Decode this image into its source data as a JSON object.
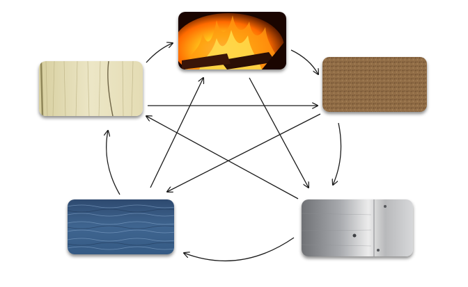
{
  "diagram": {
    "nodes": [
      {
        "id": "fire",
        "image": "fire-photo"
      },
      {
        "id": "earth",
        "image": "soil-photo"
      },
      {
        "id": "metal",
        "image": "metal-sheet-photo"
      },
      {
        "id": "water",
        "image": "water-surface-photo"
      },
      {
        "id": "wood",
        "image": "wood-plank-photo"
      }
    ],
    "cycle_arrows": [
      {
        "from": "wood",
        "to": "fire"
      },
      {
        "from": "fire",
        "to": "earth"
      },
      {
        "from": "earth",
        "to": "metal"
      },
      {
        "from": "metal",
        "to": "water"
      },
      {
        "from": "water",
        "to": "wood"
      }
    ],
    "cross_arrows": [
      {
        "from": "wood",
        "to": "earth"
      },
      {
        "from": "earth",
        "to": "water"
      },
      {
        "from": "water",
        "to": "fire"
      },
      {
        "from": "fire",
        "to": "metal"
      },
      {
        "from": "metal",
        "to": "wood"
      }
    ],
    "colors": {
      "arrow": "#1a1a1a",
      "background": "#ffffff"
    }
  }
}
